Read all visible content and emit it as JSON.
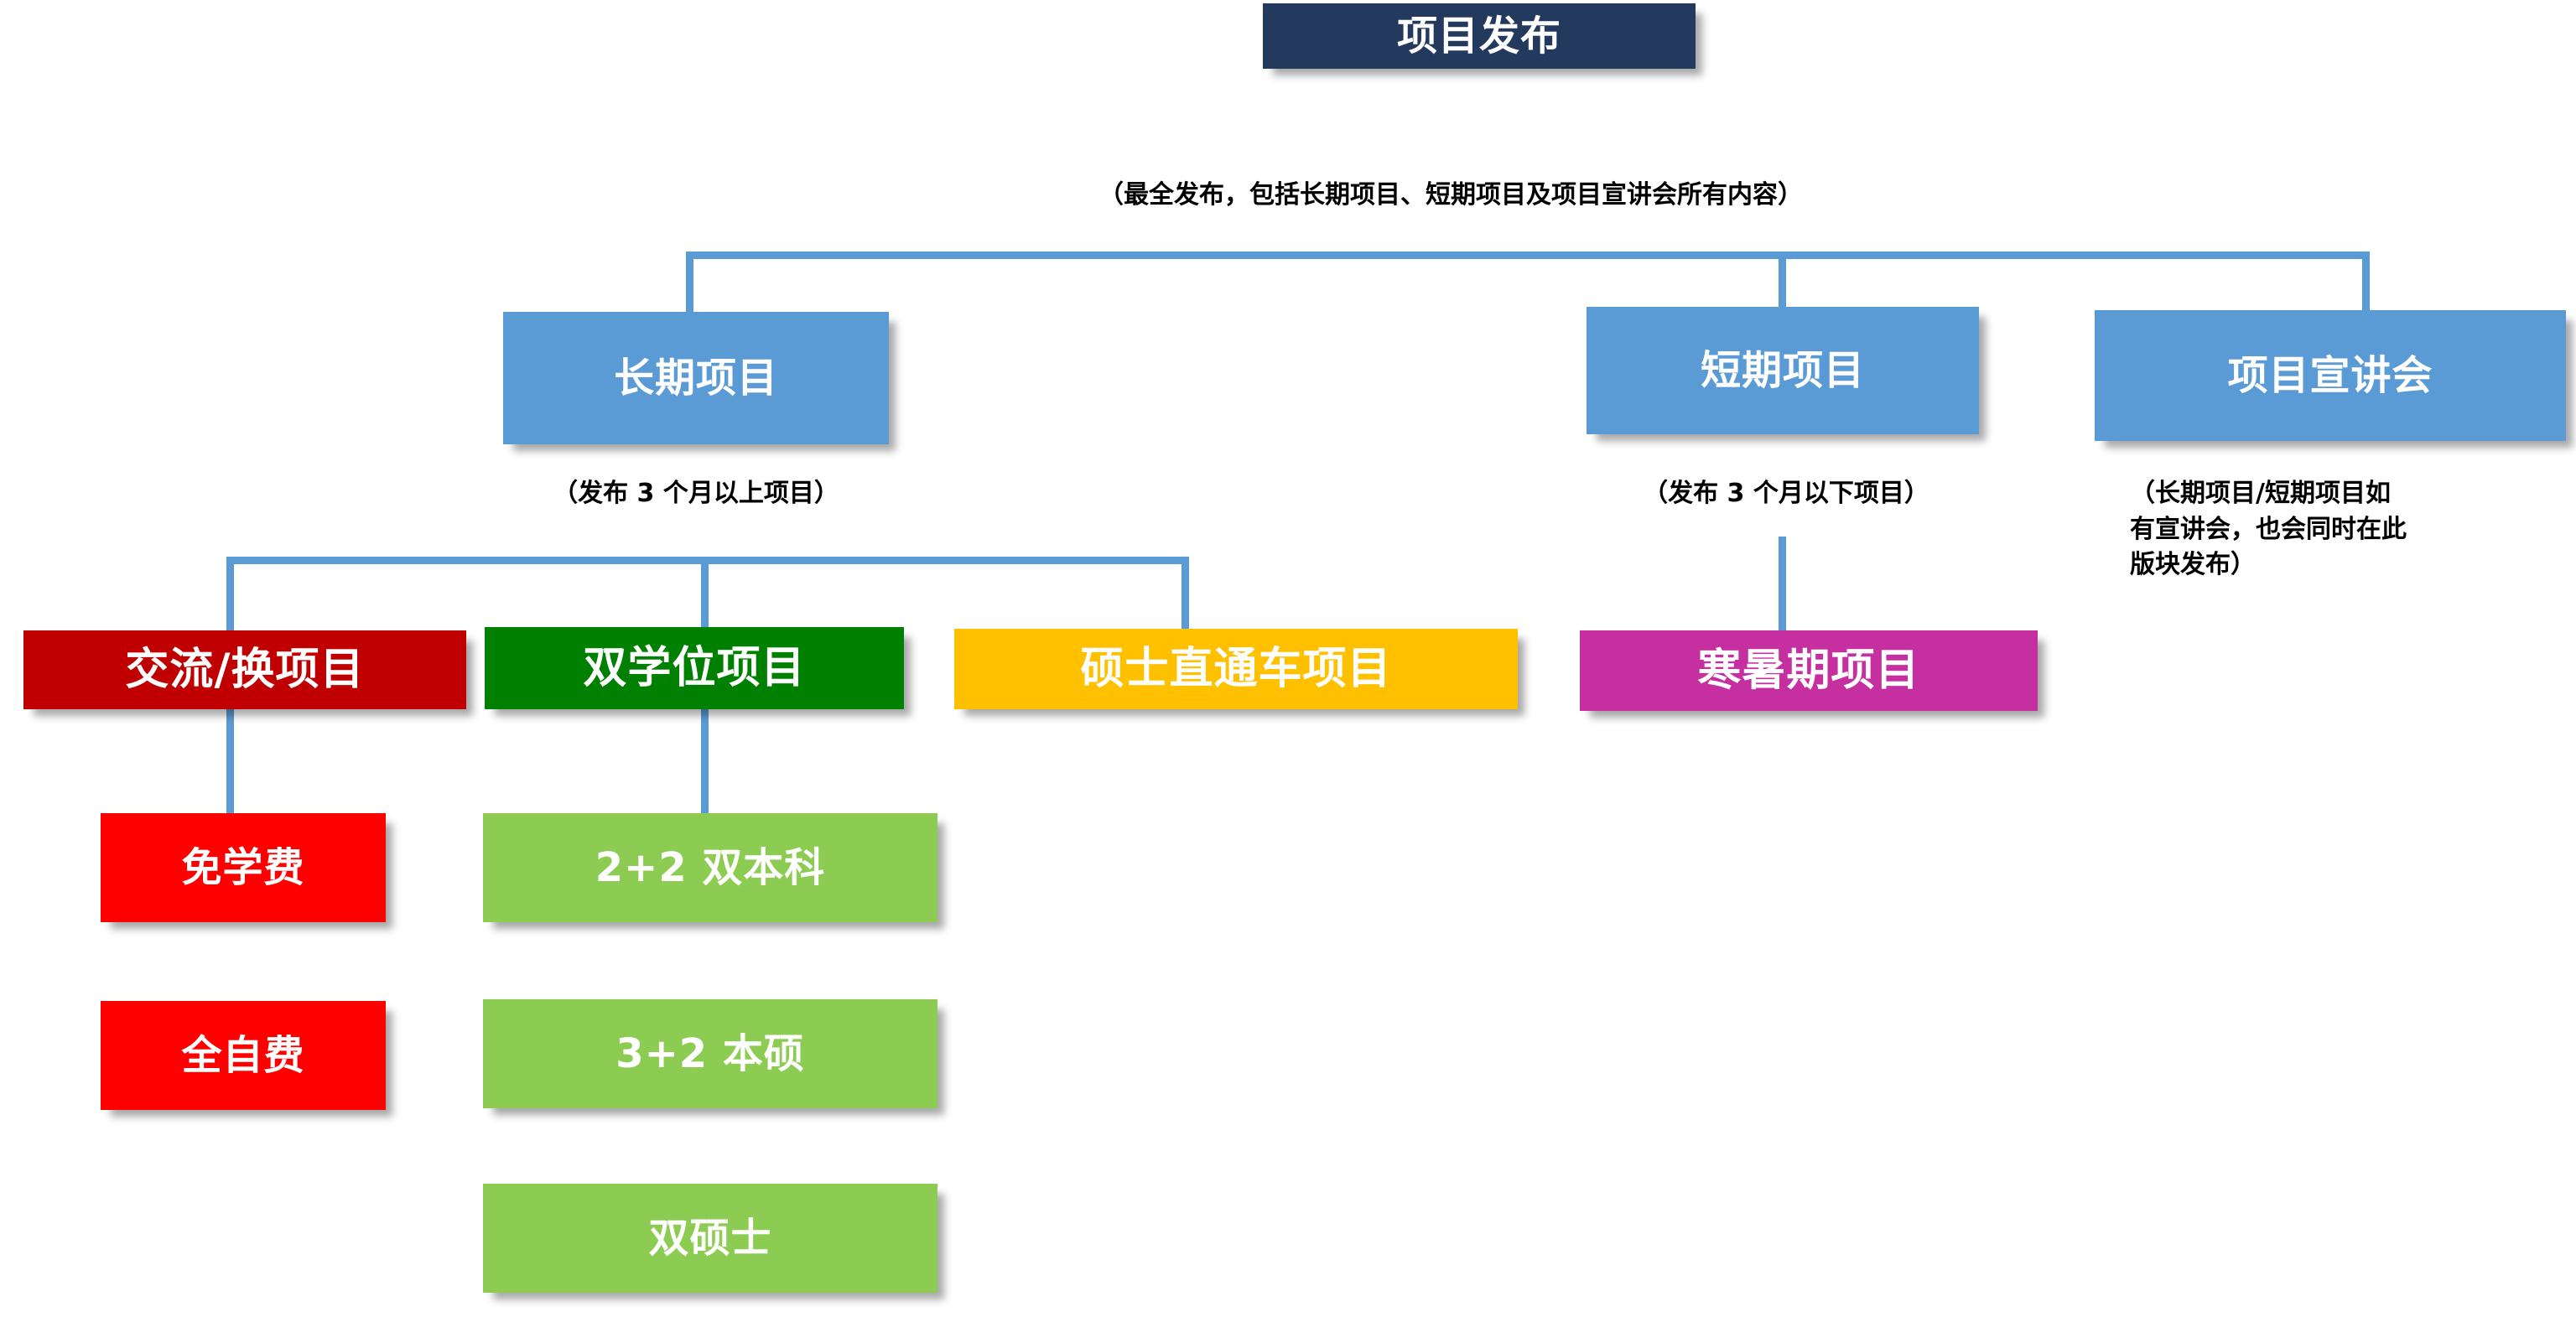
{
  "diagram": {
    "title": "项目发布",
    "accent_color": "#5B9BD5",
    "root_color": "#23395D"
  },
  "nodes": {
    "root": {
      "label": "项目发布"
    },
    "long_term": {
      "label": "长期项目"
    },
    "short_term": {
      "label": "短期项目"
    },
    "info_session": {
      "label": "项目宣讲会"
    },
    "exchange": {
      "label": "交流/换项目"
    },
    "dual_degree": {
      "label": "双学位项目"
    },
    "master_express": {
      "label": "硕士直通车项目"
    },
    "winter_summer": {
      "label": "寒暑期项目"
    },
    "tuition_free": {
      "label": "免学费"
    },
    "self_funded": {
      "label": "全自费"
    },
    "two_plus_two": {
      "label": "2+2 双本科"
    },
    "three_plus_two": {
      "label": "3+2 本硕"
    },
    "dual_master": {
      "label": "双硕士"
    }
  },
  "captions": {
    "root": "（最全发布，包括长期项目、短期项目及项目宣讲会所有内容）",
    "long_term": "（发布 3 个月以上项目）",
    "short_term": "（发布 3 个月以下项目）",
    "info_session_line1": "（长期项目/短期项目如",
    "info_session_line2": "有宣讲会，也会同时在此",
    "info_session_line3": "版块发布）"
  }
}
